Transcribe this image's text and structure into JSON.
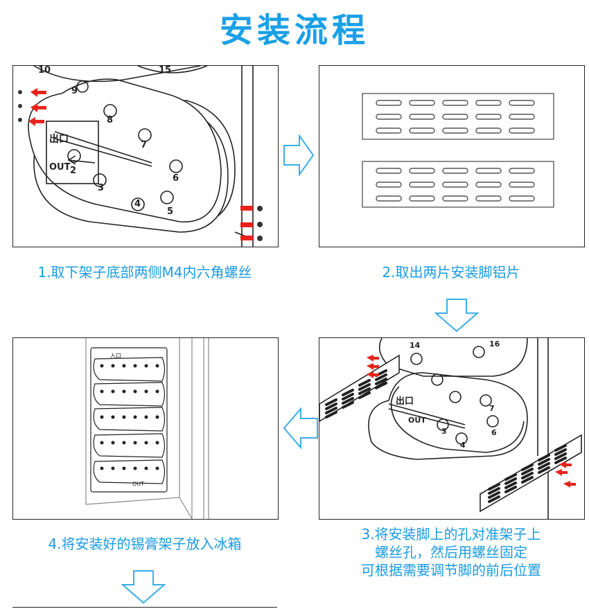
{
  "title": "安装流程",
  "steps": [
    {
      "caption": "1.取下架子底部两侧M4内六角螺丝"
    },
    {
      "caption": "2.取出两片安装脚铝片"
    },
    {
      "caption_lines": [
        "3.将安装脚上的孔对准架子上",
        "螺丝孔，然后用螺丝固定",
        "可根据需要调节脚的前后位置"
      ]
    },
    {
      "caption": "4.将安装好的锡膏架子放入冰箱"
    }
  ],
  "labels": {
    "exit_cn": "出口",
    "exit_en": "OUT",
    "entry_cn": "入口",
    "n2": "2",
    "n3": "3",
    "n4": "4",
    "n5": "5",
    "n6": "6",
    "n7": "7",
    "n8": "8",
    "n9": "9",
    "n10": "10",
    "n15": "15",
    "n14": "14",
    "n16": "16"
  },
  "colors": {
    "accent": "#1aa0e6",
    "arrow_red": "#e8231b",
    "outline": "#222222"
  }
}
